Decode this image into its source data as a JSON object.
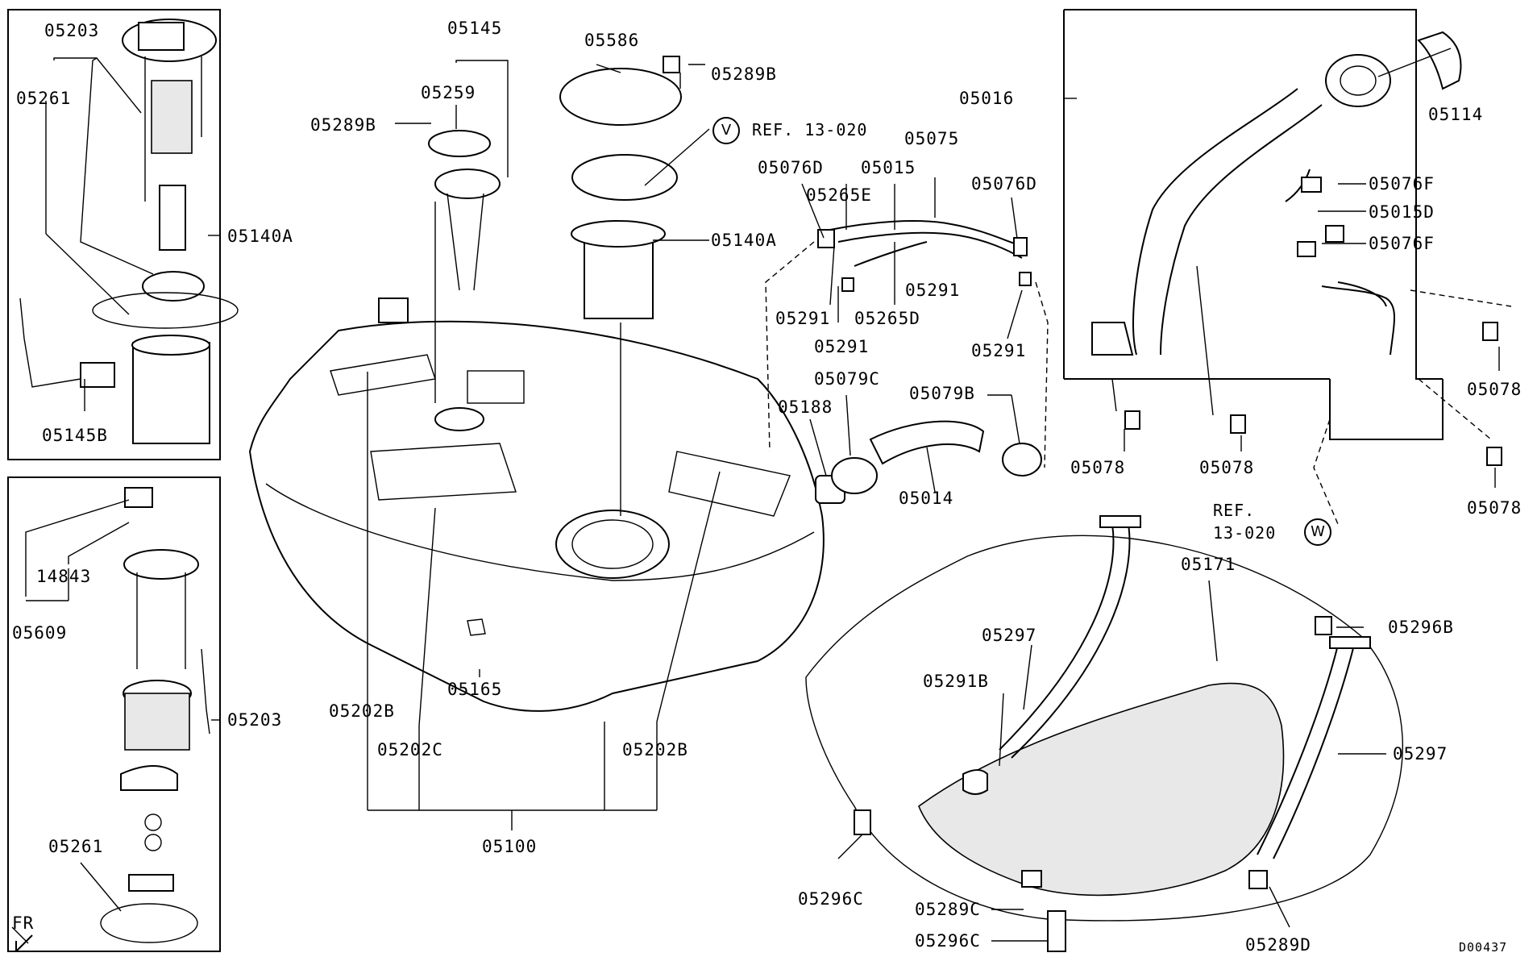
{
  "colors": {
    "ink": "#000000",
    "paper": "#ffffff"
  },
  "labels": {
    "l05203_top": "05203",
    "l05261_top": "05261",
    "l05140A_left": "05140A",
    "l05145B": "05145B",
    "l14843": "14843",
    "l05609": "05609",
    "l05203_bot": "05203",
    "l05261_bot": "05261",
    "lFR": "FR",
    "l05145": "05145",
    "l05259": "05259",
    "l05289B_a": "05289B",
    "l05586": "05586",
    "l05289B_b": "05289B",
    "l05140A_mid": "05140A",
    "l05202B_a": "05202B",
    "l05202C": "05202C",
    "l05165": "05165",
    "l05202B_b": "05202B",
    "l05100": "05100",
    "lREF_V": "REF. 13-020",
    "l05075": "05075",
    "l05076D_a": "05076D",
    "l05015": "05015",
    "l05265E": "05265E",
    "l05076D_b": "05076D",
    "l05291_a": "05291",
    "l05265D": "05265D",
    "l05291_b": "05291",
    "l05291_c": "05291",
    "l05291_d": "05291",
    "l05079C": "05079C",
    "l05079B": "05079B",
    "l05188": "05188",
    "l05014": "05014",
    "l05016": "05016",
    "l05114": "05114",
    "l05076F_a": "05076F",
    "l05015D": "05015D",
    "l05076F_b": "05076F",
    "l05078_a": "05078",
    "l05078_b": "05078",
    "l05078_c": "05078",
    "l05078_d": "05078",
    "lREF_W_a": "REF.",
    "lREF_W_b": "13-020",
    "l05171": "05171",
    "l05297_a": "05297",
    "l05296B": "05296B",
    "l05291B": "05291B",
    "l05297_b": "05297",
    "l05296C_a": "05296C",
    "l05289C": "05289C",
    "l05296C_b": "05296C",
    "l05289D": "05289D",
    "code": "D00437"
  },
  "ref_marks": {
    "v": "V",
    "w": "W"
  }
}
